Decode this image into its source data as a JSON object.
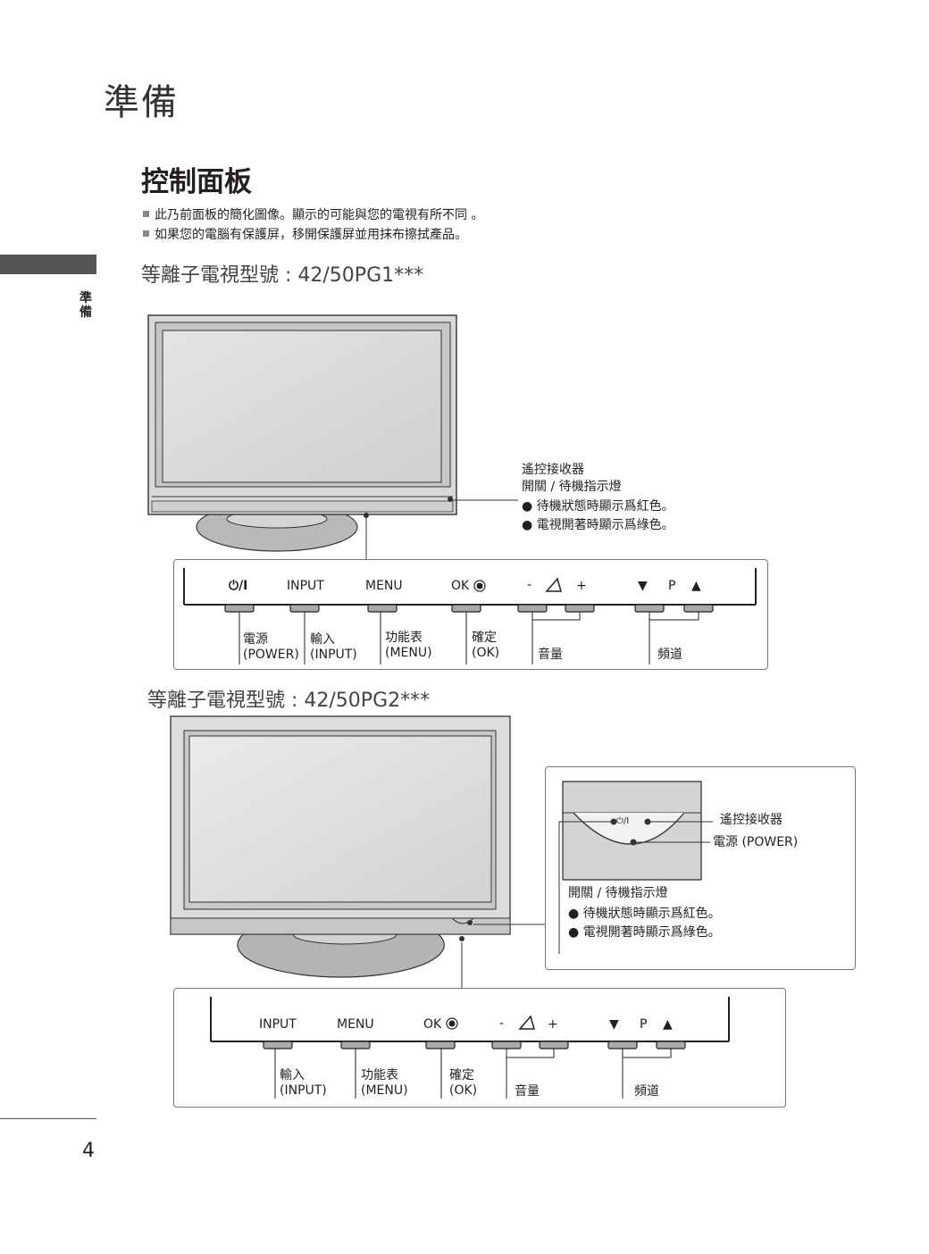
{
  "page": {
    "heading": "準備",
    "section_title": "控制面板",
    "notes": [
      "此乃前面板的簡化圖像。顯示的可能與您的電視有所不同 。",
      "如果您的電腦有保護屏，移開保護屏並用抹布擦拭產品。"
    ],
    "side_tab": "準備",
    "page_number": "4"
  },
  "model1": {
    "title": "等離子電視型號 : 42/50PG1***",
    "callout_lines": [
      "遙控接收器",
      "開關 / 待機指示燈"
    ],
    "bullets": [
      "● 待機狀態時顯示爲紅色。",
      "● 電視開著時顯示爲綠色。"
    ],
    "panel": {
      "power_symbol": "⏻/I",
      "input": "INPUT",
      "menu": "MENU",
      "ok": "OK",
      "vol_minus": "-",
      "vol_plus": "+",
      "ch_down": "▼",
      "ch_label": "P",
      "ch_up": "▲"
    },
    "labels": {
      "power_zh": "電源",
      "power_en": "(POWER)",
      "input_zh": "輸入",
      "input_en": "(INPUT)",
      "menu_zh": "功能表",
      "menu_en": "(MENU)",
      "ok_zh": "確定",
      "ok_en": "(OK)",
      "volume": "音量",
      "channel": "頻道"
    }
  },
  "model2": {
    "title": "等離子電視型號 : 42/50PG2***",
    "inset": {
      "power_symbol": "⏻/I",
      "remote_sensor": "遙控接收器",
      "power": "電源 (POWER)",
      "indicator": "開關 / 待機指示燈",
      "bullets": [
        "● 待機狀態時顯示爲紅色。",
        "● 電視開著時顯示爲綠色。"
      ]
    },
    "panel": {
      "input": "INPUT",
      "menu": "MENU",
      "ok": "OK",
      "vol_minus": "-",
      "vol_plus": "+",
      "ch_down": "▼",
      "ch_label": "P",
      "ch_up": "▲"
    },
    "labels": {
      "input_zh": "輸入",
      "input_en": "(INPUT)",
      "menu_zh": "功能表",
      "menu_en": "(MENU)",
      "ok_zh": "確定",
      "ok_en": "(OK)",
      "volume": "音量",
      "channel": "頻道"
    }
  }
}
